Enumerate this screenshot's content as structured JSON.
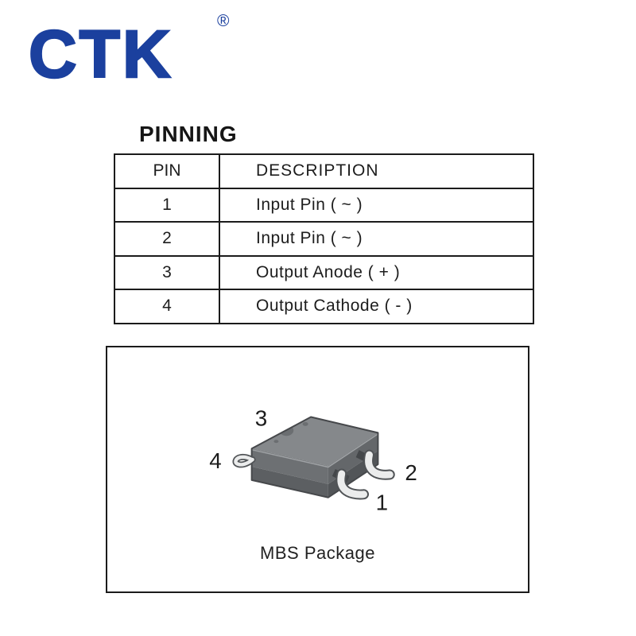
{
  "logo": {
    "text": "CTK",
    "registered": "®"
  },
  "section": {
    "heading": "PINNING"
  },
  "pin_table": {
    "col_pin": "PIN",
    "col_desc": "DESCRIPTION",
    "rows": [
      {
        "pin": "1",
        "desc": "Input Pin ( ~ )"
      },
      {
        "pin": "2",
        "desc": "Input Pin ( ~ )"
      },
      {
        "pin": "3",
        "desc": "Output Anode ( + )"
      },
      {
        "pin": "4",
        "desc": "Output Cathode ( - )"
      }
    ]
  },
  "package_figure": {
    "caption": "MBS Package",
    "labels": {
      "pin1": "1",
      "pin2": "2",
      "pin3": "3",
      "pin4": "4"
    }
  },
  "colors": {
    "logo_blue": "#1b409e",
    "body_top": "#85888b",
    "body_left_upper": "#6d7073",
    "body_left_lower": "#5c5f62",
    "body_right_upper": "#64676a",
    "body_right_lower": "#525558",
    "outline": "#46484b",
    "edge_highlight": "#9fa2a5",
    "top_marking": "#6b6e71",
    "slot": "#44474a",
    "lead_outline": "#505356",
    "lead_fill": "#ebecec"
  }
}
